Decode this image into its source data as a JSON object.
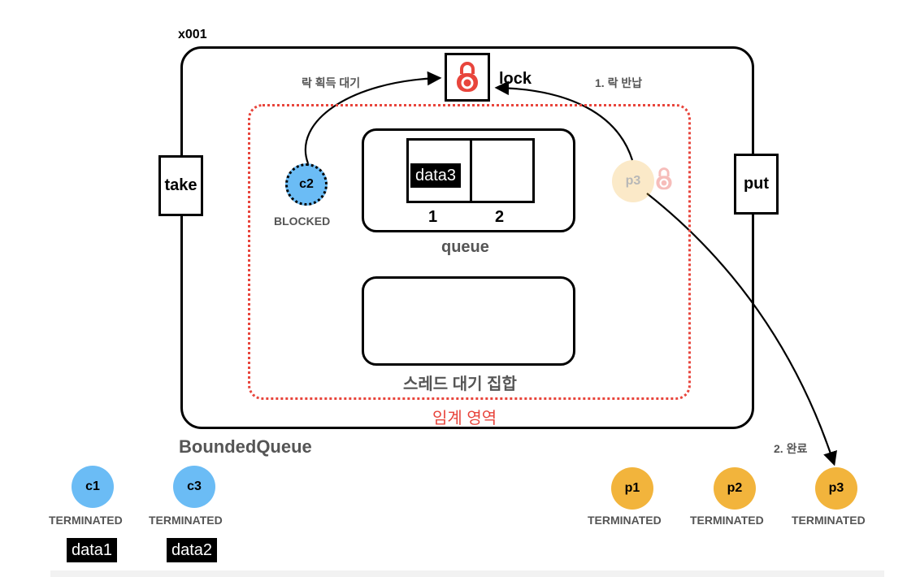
{
  "object_id": "x001",
  "bounded_queue_label": "BoundedQueue",
  "take_label": "take",
  "put_label": "put",
  "lock": {
    "label": "lock",
    "icon": "padlock-icon",
    "color": "#e8453c"
  },
  "annotations": {
    "wait_for_lock": "락 획득 대기",
    "return_lock": "1. 락 반납",
    "done": "2. 완료"
  },
  "queue": {
    "label": "queue",
    "slots": [
      {
        "index_label": "1",
        "value": "data3"
      },
      {
        "index_label": "2",
        "value": ""
      }
    ]
  },
  "wait_set_label": "스레드 대기 집합",
  "critical_section_label": "임계 영역",
  "threads": {
    "c2": {
      "name": "c2",
      "state": "BLOCKED"
    },
    "p3_faded": {
      "name": "p3"
    },
    "c1": {
      "name": "c1",
      "state": "TERMINATED",
      "data": "data1"
    },
    "c3": {
      "name": "c3",
      "state": "TERMINATED",
      "data": "data2"
    },
    "p1": {
      "name": "p1",
      "state": "TERMINATED"
    },
    "p2": {
      "name": "p2",
      "state": "TERMINATED"
    },
    "p3": {
      "name": "p3",
      "state": "TERMINATED"
    }
  },
  "colors": {
    "consumer": "#6bbcf5",
    "producer": "#f2b43c",
    "critical": "#e8453c",
    "label_grey": "#555555"
  }
}
